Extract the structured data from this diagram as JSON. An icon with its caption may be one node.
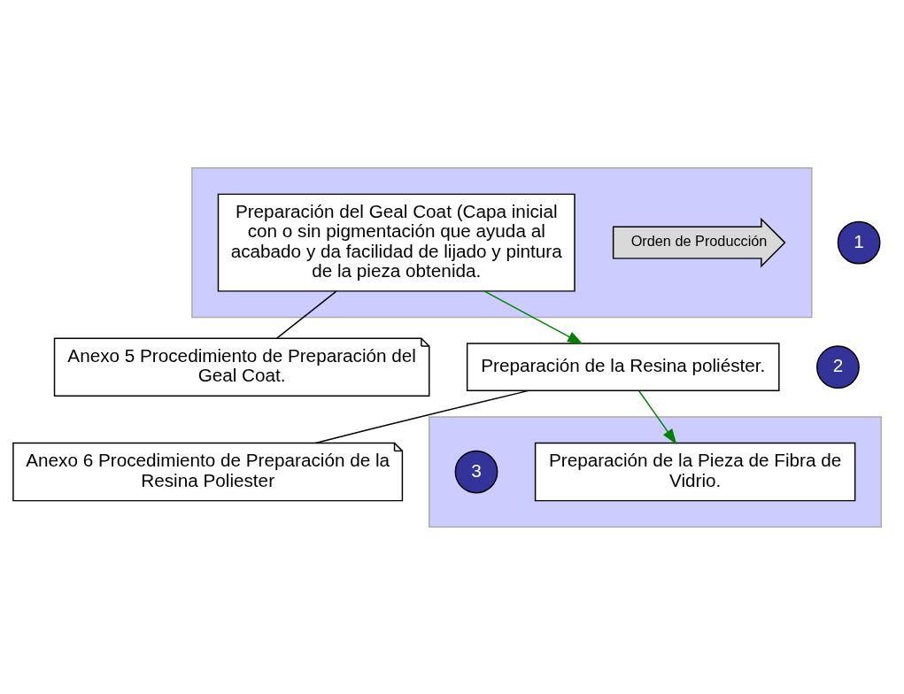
{
  "diagram": {
    "nodes": [
      {
        "text": [],
        "shape": "band"
      },
      {
        "text": [
          "Orden de Producción"
        ],
        "in": 0
      },
      {
        "text": [
          "Preparación del Geal Coat (Capa inicial con o sin pigmentación que ayuda al acabado y da facilidad de lijado y pintura de la pieza obtenida."
        ],
        "in": 0
      },
      {
        "text": [
          "1"
        ]
      },
      {
        "text": [
          "Anexo 5 Procedimiento de Preparación del Geal Coat."
        ]
      },
      {
        "text": [
          "Preparación de la Resina poliéster."
        ]
      },
      {
        "text": [
          "2"
        ]
      },
      {
        "text": [
          "Anexo 6 Procedimiento de Preparación de la Resina Poliester"
        ]
      },
      {
        "text": [],
        "shape": "band"
      },
      {
        "text": [
          "Preparación de la Pieza de Fibra de Vidrio."
        ],
        "in": 8
      },
      {
        "text": [
          "3"
        ],
        "in": 8
      }
    ],
    "edges": [
      {
        "from": 2,
        "to": 5,
        "arrow": "to",
        "color": "#008000"
      },
      {
        "from": 2,
        "to": 4,
        "arrow": "none",
        "color": "#000000"
      },
      {
        "from": 5,
        "to": 9,
        "arrow": "to",
        "color": "#008000"
      },
      {
        "from": 5,
        "to": 7,
        "arrow": "none",
        "color": "#000000"
      }
    ]
  }
}
